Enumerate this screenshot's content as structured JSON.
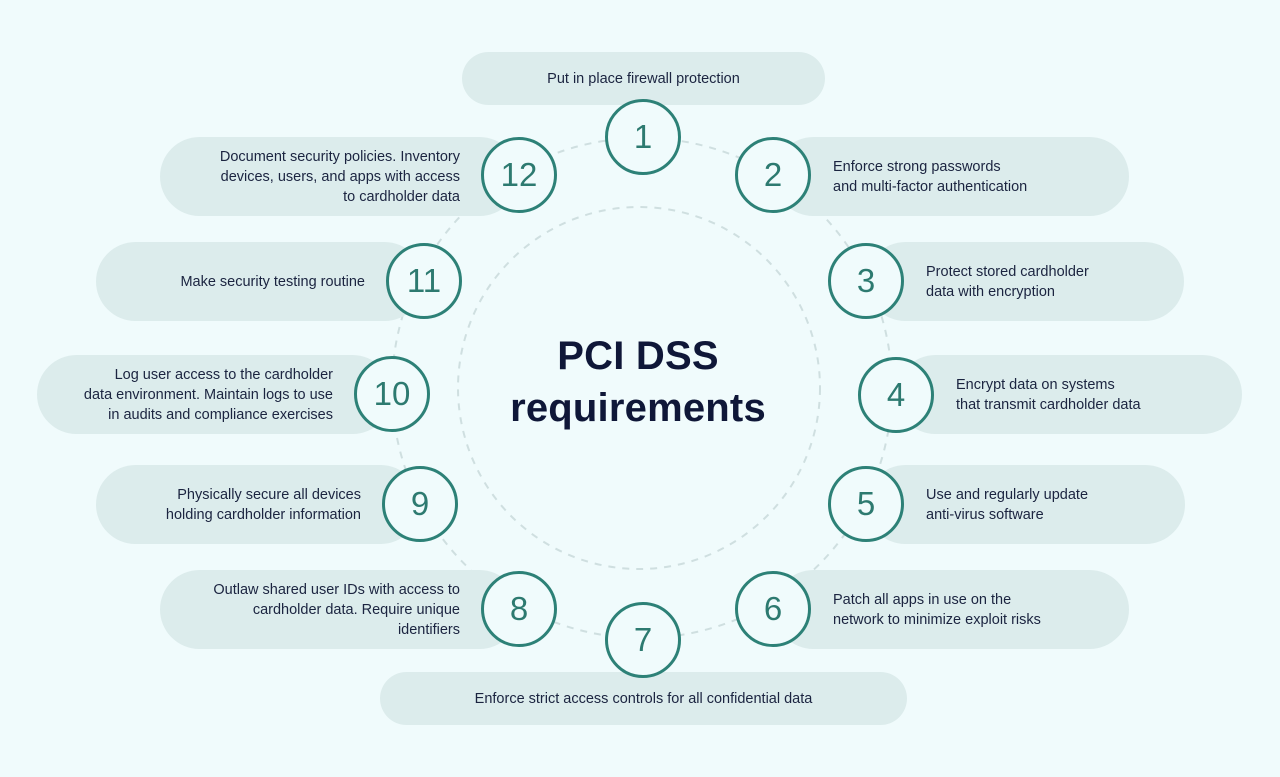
{
  "title": {
    "line1": "PCI DSS",
    "line2": "requirements"
  },
  "requirements": [
    {
      "number": "1",
      "text": [
        "Put in place firewall protection"
      ]
    },
    {
      "number": "2",
      "text": [
        "Enforce strong passwords",
        "and multi-factor authentication"
      ]
    },
    {
      "number": "3",
      "text": [
        "Protect stored cardholder",
        "data with encryption"
      ]
    },
    {
      "number": "4",
      "text": [
        "Encrypt data on systems",
        "that transmit cardholder data"
      ]
    },
    {
      "number": "5",
      "text": [
        "Use and regularly update",
        "anti-virus software"
      ]
    },
    {
      "number": "6",
      "text": [
        "Patch all apps in use on the",
        "network to minimize exploit risks"
      ]
    },
    {
      "number": "7",
      "text": [
        "Enforce strict access controls for all confidential data"
      ]
    },
    {
      "number": "8",
      "text": [
        "Outlaw shared user IDs with access to",
        "cardholder data. Require unique",
        "identifiers"
      ]
    },
    {
      "number": "9",
      "text": [
        "Physically secure all devices",
        "holding cardholder information"
      ]
    },
    {
      "number": "10",
      "text": [
        "Log user access to the cardholder",
        "data environment. Maintain logs to use",
        "in audits and compliance exercises"
      ]
    },
    {
      "number": "11",
      "text": [
        "Make security testing routine"
      ]
    },
    {
      "number": "12",
      "text": [
        "Document security policies. Inventory",
        "devices, users, and apps with access",
        "to cardholder data"
      ]
    }
  ],
  "colors": {
    "background": "#f0fbfc",
    "pill": "#dcecec",
    "circle_border": "#2d8177",
    "number_text": "#2d7a70",
    "title_text": "#0f1738",
    "body_text": "#1b2440",
    "dashed_ring": "#cfdfe0"
  }
}
